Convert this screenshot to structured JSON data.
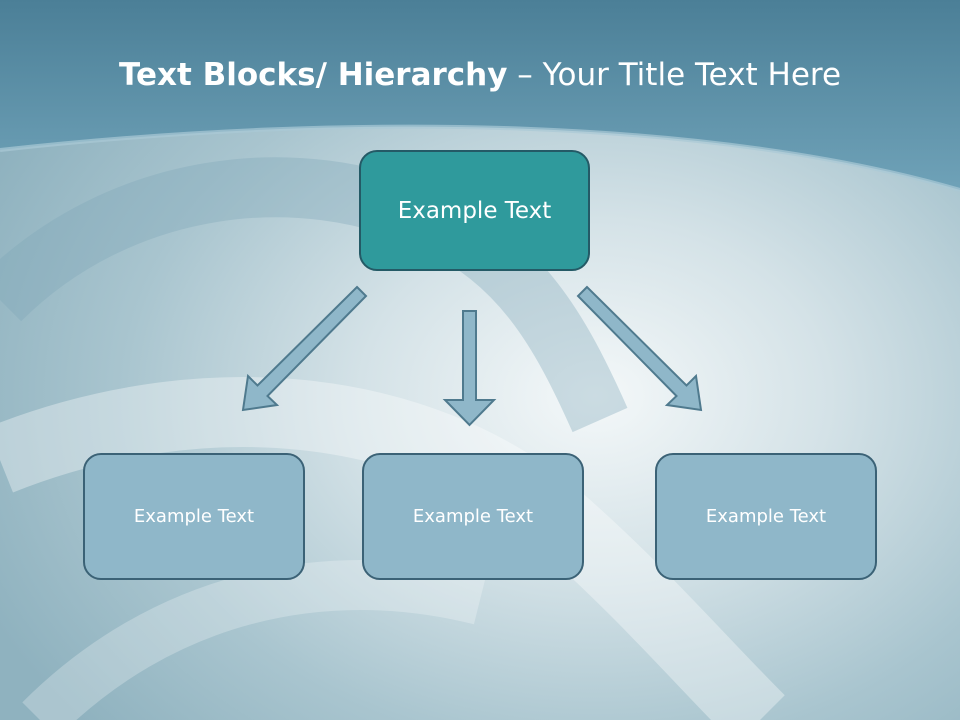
{
  "title": {
    "bold_part": "Text Blocks/ Hierarchy",
    "separator": " – ",
    "regular_part": "Your Title Text Here"
  },
  "diagram": {
    "root": {
      "label": "Example Text"
    },
    "children": [
      {
        "label": "Example Text"
      },
      {
        "label": "Example Text"
      },
      {
        "label": "Example Text"
      }
    ]
  },
  "colors": {
    "header": "#5b8ea6",
    "root_fill": "#2f9a9c",
    "child_fill": "#8fb7c9",
    "arrow_fill": "#8fb7c9",
    "arrow_stroke": "#4f7a8e"
  }
}
